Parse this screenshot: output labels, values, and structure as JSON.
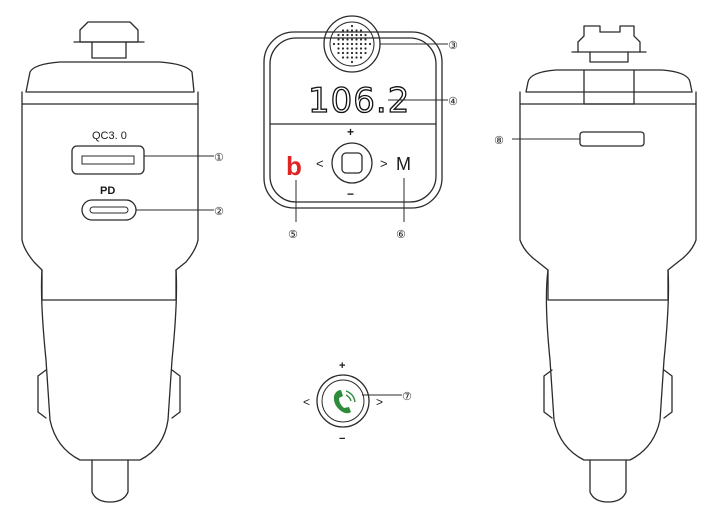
{
  "labels": {
    "usb_port": "QC3. 0",
    "pd_port": "PD",
    "display_freq": "106.2",
    "b_button": "b",
    "m_button": "M",
    "plus": "+",
    "minus": "−",
    "left": "<",
    "right": ">"
  },
  "callouts": [
    "①",
    "②",
    "③",
    "④",
    "⑤",
    "⑥",
    "⑦",
    "⑧"
  ],
  "colors": {
    "line": "#2b2b2b",
    "b_red": "#e02424",
    "phone_green": "#2e8b3a"
  }
}
